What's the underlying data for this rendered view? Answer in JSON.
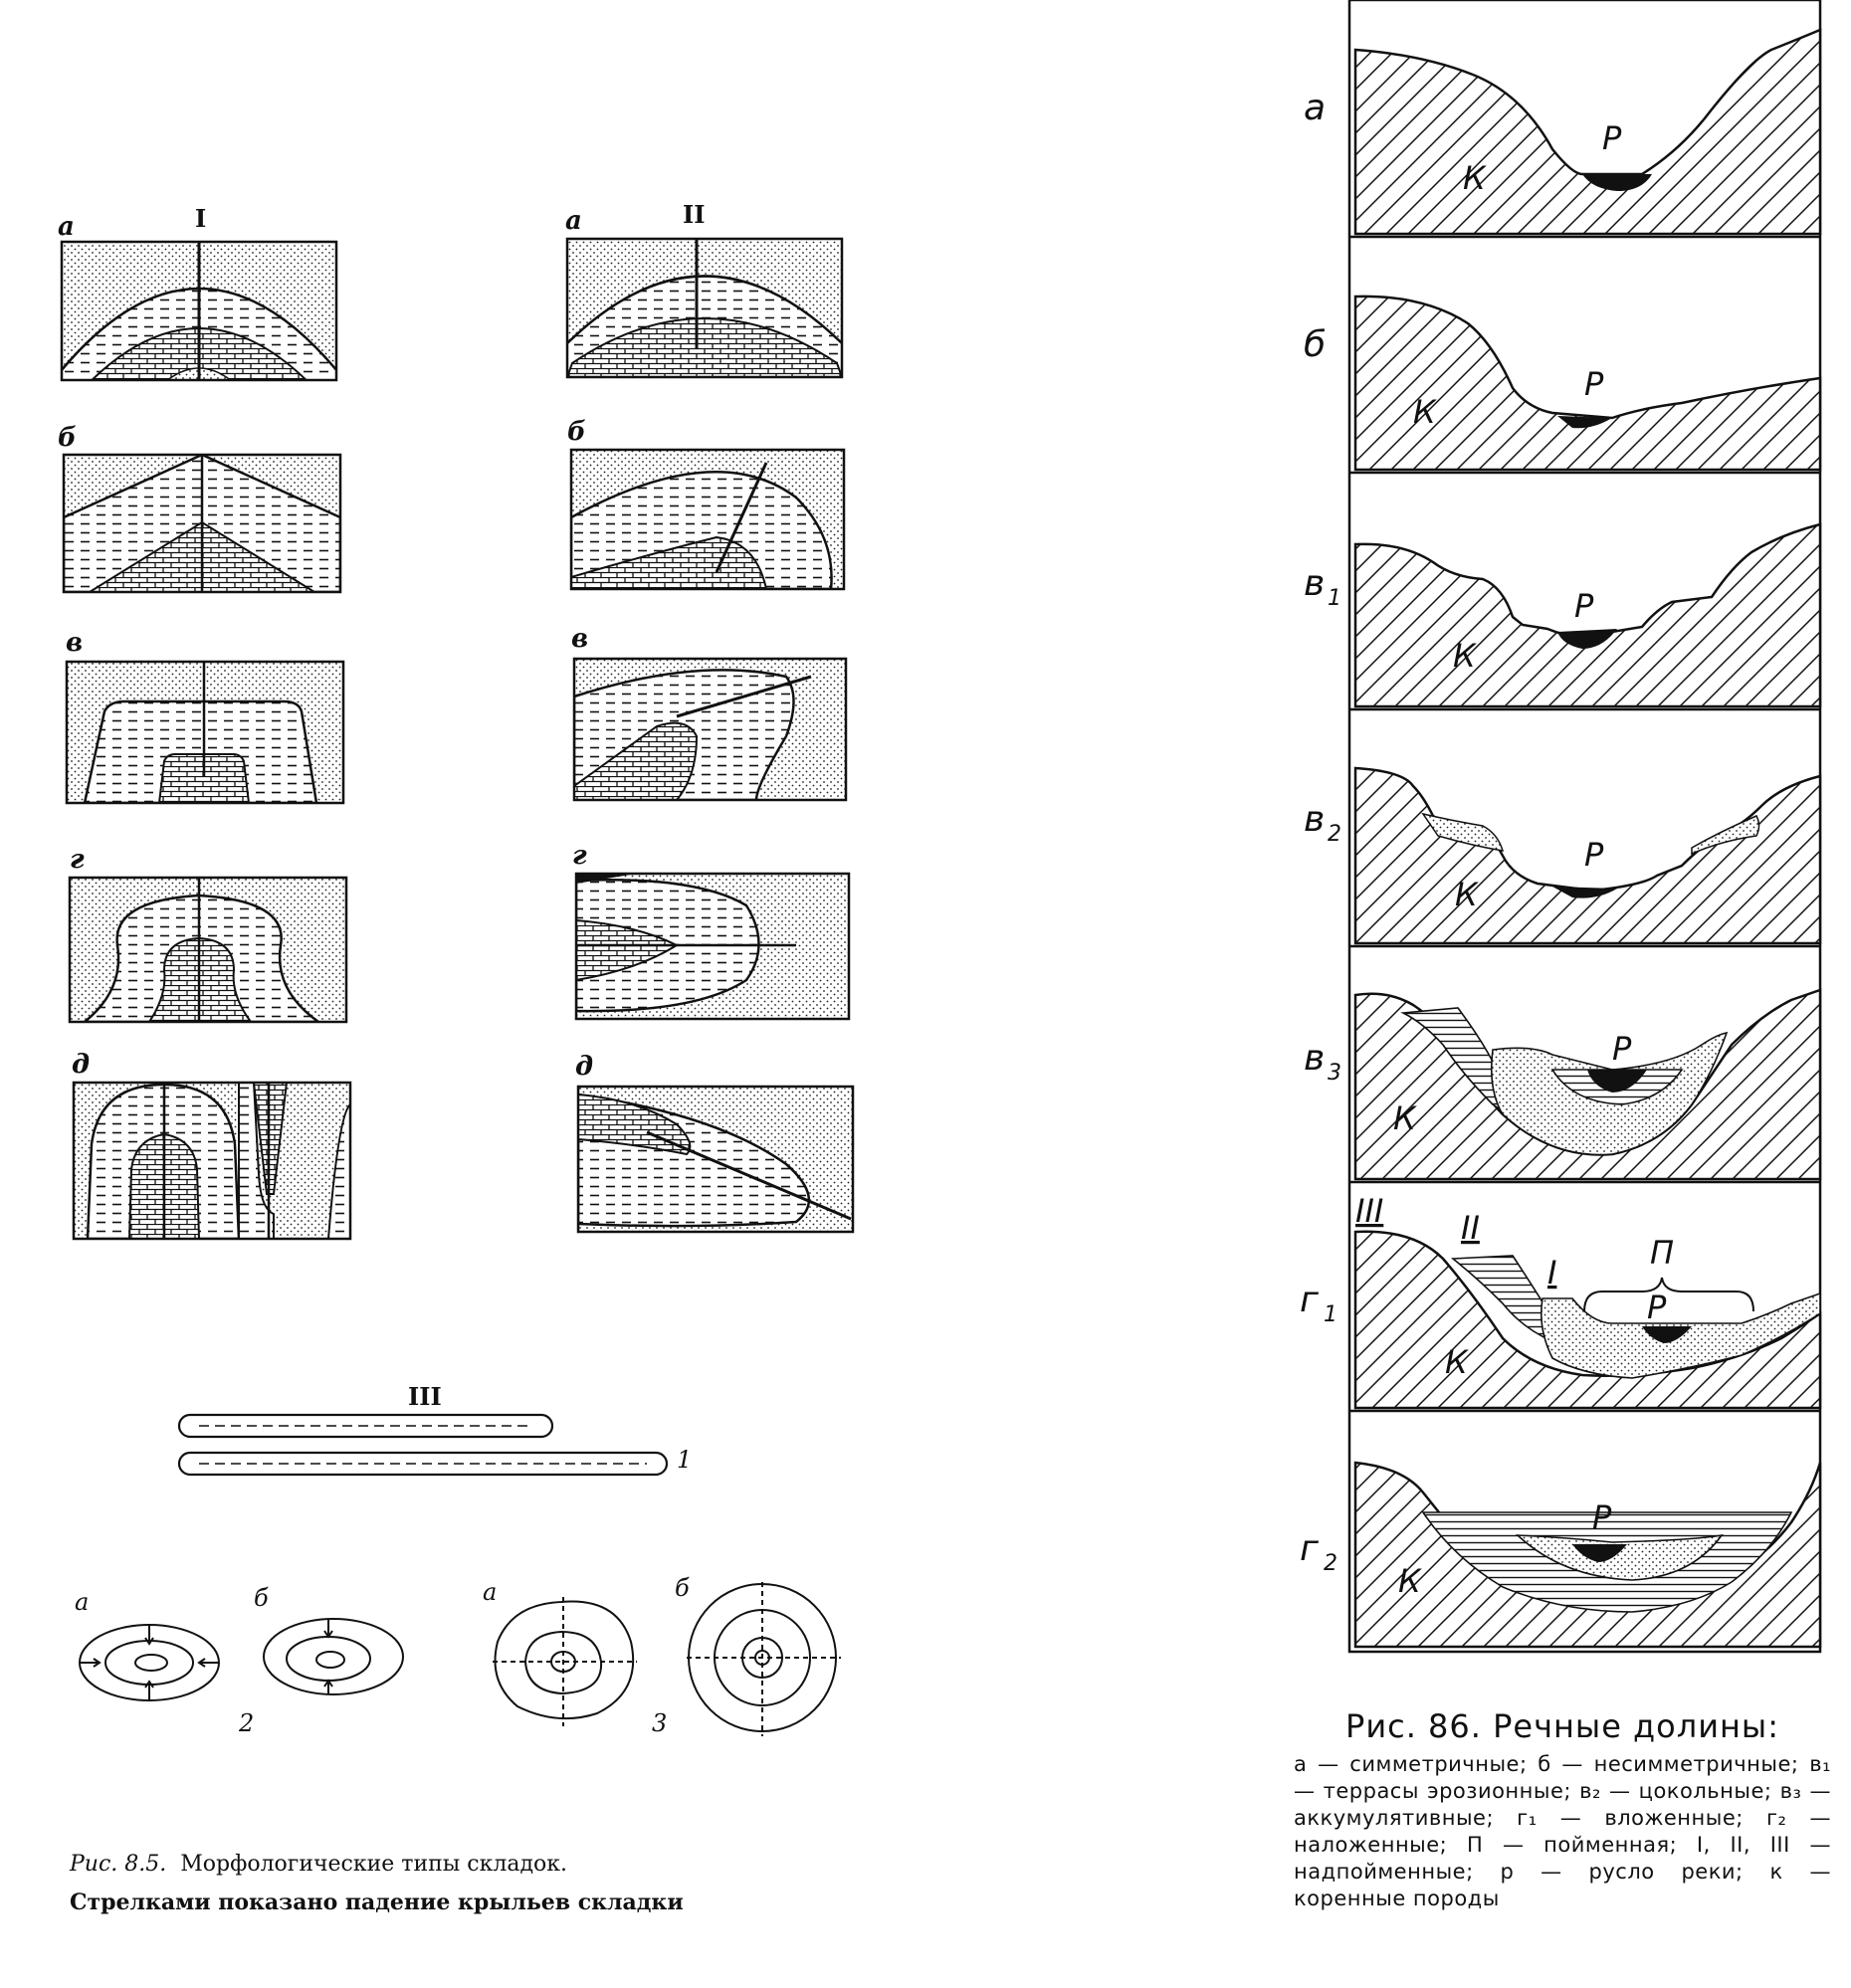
{
  "left_figure": {
    "column_I_numeral": "I",
    "column_II_numeral": "II",
    "group_III_numeral": "III",
    "panel_letters": [
      "а",
      "б",
      "в",
      "г",
      "д"
    ],
    "group_III_number_1": "1",
    "plan_letters": [
      "а",
      "б",
      "а",
      "б"
    ],
    "plan_numbers": [
      "2",
      "3"
    ],
    "caption_number": "Рис. 8.5.",
    "caption_title": "Морфологические типы складок.",
    "caption_line2": "Стрелками показано падение крыльев складки"
  },
  "right_figure": {
    "panel_labels": [
      "а",
      "б",
      "в",
      "в",
      "в",
      "г",
      "г"
    ],
    "panel_subscripts": [
      "",
      "",
      "1",
      "2",
      "3",
      "1",
      "2"
    ],
    "bedrock_label": "К",
    "river_label": "Р",
    "terrace_labels": [
      "III",
      "II",
      "I",
      "П"
    ],
    "caption_title": "Рис. 86. Речные долины:",
    "caption_body": "а — симметричные; б — несимметричные; в₁ — террасы эрозионные; в₂ — цокольные; в₃ — аккумулятивные; г₁ — вложенные; г₂ — наложенные; П — пойменная; I, II, III — надпойменные; р — русло реки; к — коренные породы"
  }
}
